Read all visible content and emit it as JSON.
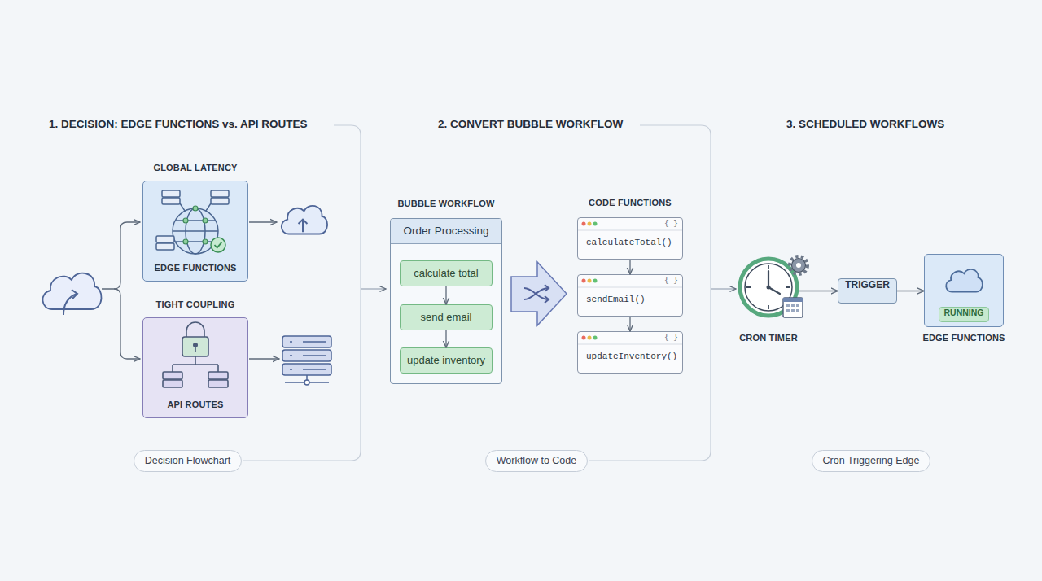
{
  "diagram": {
    "nodes": [
      {
        "text": [
          "GLOBAL LATENCY",
          "EDGE FUNCTIONS"
        ]
      },
      {
        "text": [
          "TIGHT COUPLING",
          "API ROUTES"
        ]
      },
      {
        "text": [
          "Decision Flowchart"
        ]
      },
      {
        "text": [
          "BUBBLE WORKFLOW",
          "Order Processing"
        ]
      },
      {
        "text": [
          "calculate total"
        ],
        "in": 3
      },
      {
        "text": [
          "send email"
        ],
        "in": 3
      },
      {
        "text": [
          "update inventory"
        ],
        "in": 3
      },
      {
        "text": [
          "{…}",
          "calculateTotal()"
        ]
      },
      {
        "text": [
          "{…}",
          "sendEmail()"
        ]
      },
      {
        "text": [
          "{…}",
          "updateInventory()"
        ]
      },
      {
        "text": [
          "Workflow to Code"
        ]
      },
      {
        "text": [
          "CRON TIMER"
        ]
      },
      {
        "text": [
          "TRIGGER"
        ]
      },
      {
        "text": [
          "EDGE FUNCTIONS"
        ]
      },
      {
        "text": [
          "RUNNING"
        ],
        "in": 13
      },
      {
        "text": [
          "Cron Triggering Edge"
        ]
      }
    ],
    "edges": [
      {
        "from": 4,
        "to": 5,
        "arrow": "to"
      },
      {
        "from": 5,
        "to": 6,
        "arrow": "to"
      },
      {
        "from": 7,
        "to": 8,
        "arrow": "to"
      },
      {
        "from": 8,
        "to": 9,
        "arrow": "to"
      },
      {
        "from": 11,
        "to": 12,
        "arrow": "to"
      },
      {
        "from": 12,
        "to": 13,
        "arrow": "to"
      }
    ],
    "labels": [
      "1. DECISION: EDGE FUNCTIONS vs. API ROUTES",
      "2. CONVERT BUBBLE WORKFLOW",
      "CODE FUNCTIONS",
      "3. SCHEDULED WORKFLOWS"
    ]
  }
}
